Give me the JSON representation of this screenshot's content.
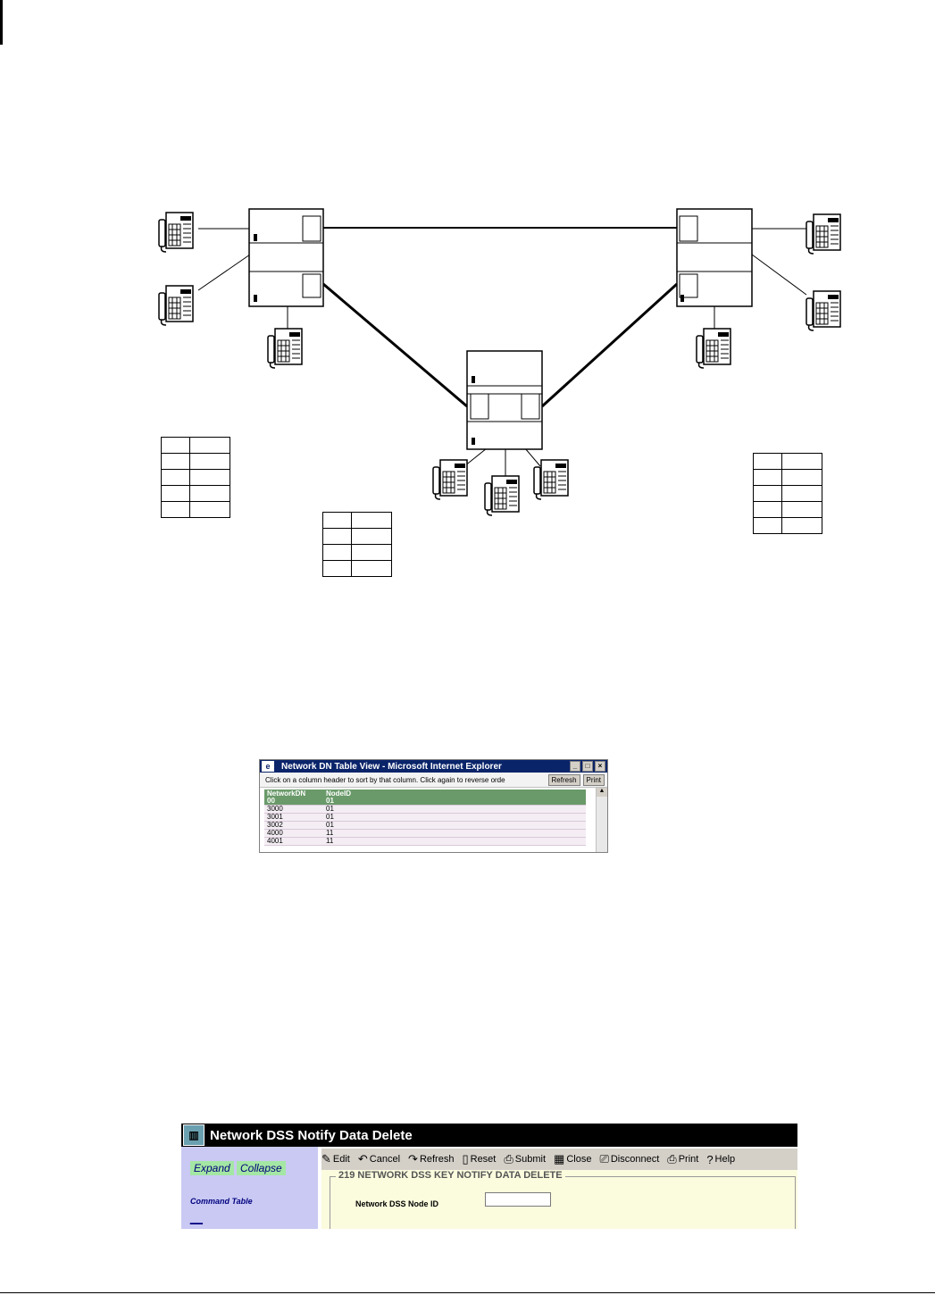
{
  "ie_window": {
    "title": "Network DN Table View - Microsoft Internet Explorer",
    "hint": "Click on a column header to sort by that column. Click again to reverse orde",
    "refresh_label": "Refresh",
    "print_label": "Print",
    "columns": [
      "NetworkDN",
      "NodeID"
    ],
    "rows": [
      {
        "dn": "00",
        "node": "01"
      },
      {
        "dn": "3000",
        "node": "01"
      },
      {
        "dn": "3001",
        "node": "01"
      },
      {
        "dn": "3002",
        "node": "01"
      },
      {
        "dn": "4000",
        "node": "11"
      },
      {
        "dn": "4001",
        "node": "11"
      }
    ],
    "selected_row": 0
  },
  "em_window": {
    "title": "Network DSS Notify Data Delete",
    "expand_label": "Expand",
    "collapse_label": "Collapse",
    "command_table_label": "Command Table",
    "toolbar": [
      "Edit",
      "Cancel",
      "Refresh",
      "Reset",
      "Submit",
      "Close",
      "Disconnect",
      "Print",
      "Help"
    ],
    "section_title": "219 NETWORK DSS KEY NOTIFY DATA DELETE",
    "field_label": "Network DSS Node ID",
    "field_value": ""
  },
  "colors": {
    "ie_title": "#0a246a",
    "ie_grid_header": "#6a9a6a",
    "em_left_panel": "#c9c9f3",
    "em_chip": "#a4e6a4",
    "em_content": "#fbfbde"
  }
}
